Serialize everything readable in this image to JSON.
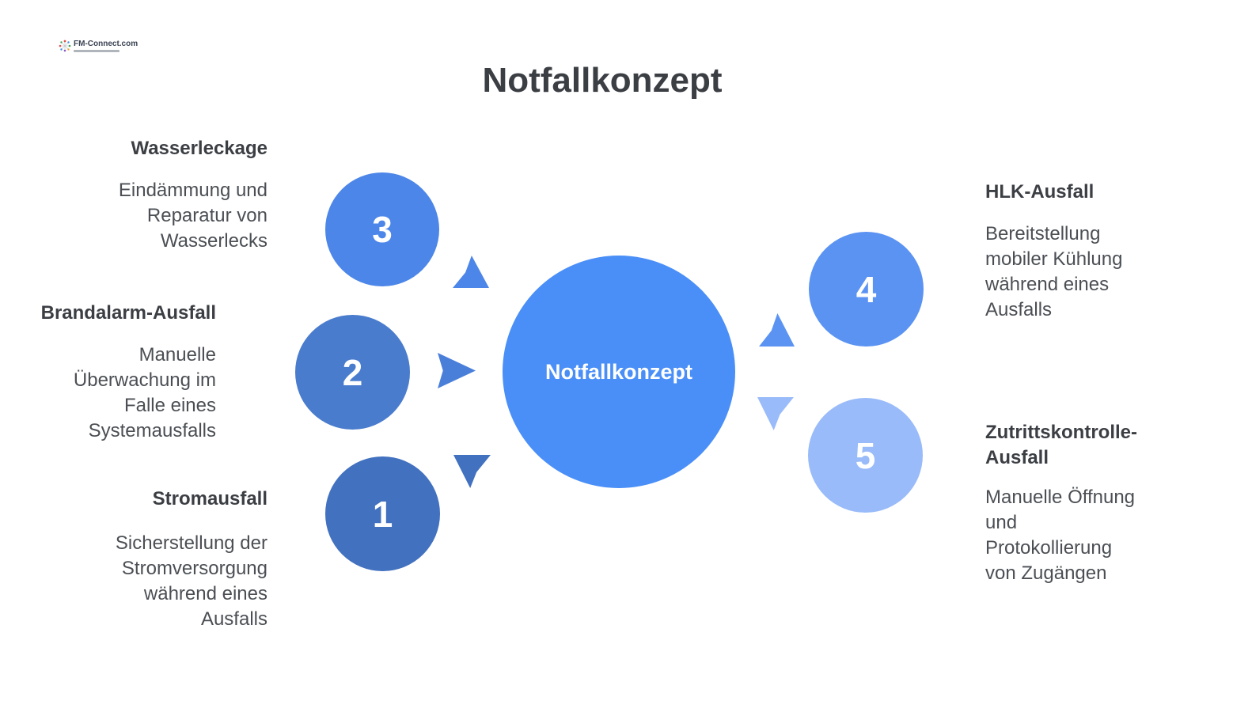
{
  "logo": {
    "text": "FM-Connect.com"
  },
  "title": "Notfallkonzept",
  "diagram": {
    "center": {
      "label": "Notfallkonzept",
      "color": "#4a8ff7"
    },
    "items": [
      {
        "number": "1",
        "heading": "Stromausfall",
        "body": "Sicherstellung der\nStromversorgung\nwährend eines\nAusfalls",
        "circle_color": "#4271bf",
        "arrow_direction": "down",
        "arrow_color": "#4271bf"
      },
      {
        "number": "2",
        "heading": "Brandalarm-Ausfall",
        "body": "Manuelle\nÜberwachung im\nFalle eines\nSystemausfalls",
        "circle_color": "#4a7ccd",
        "arrow_direction": "right",
        "arrow_color": "#4a7fd9"
      },
      {
        "number": "3",
        "heading": "Wasserleckage",
        "body": "Eindämmung und\nReparatur von\nWasserlecks",
        "circle_color": "#4c86e8",
        "arrow_direction": "up",
        "arrow_color": "#4c86e8"
      },
      {
        "number": "4",
        "heading": "HLK-Ausfall",
        "body": "Bereitstellung\nmobiler Kühlung\nwährend eines\nAusfalls",
        "circle_color": "#5b93f3",
        "arrow_direction": "up",
        "arrow_color": "#5b93f3"
      },
      {
        "number": "5",
        "heading": "Zutrittskontrolle-\nAusfall",
        "body": "Manuelle Öffnung\nund\nProtokollierung\nvon Zugängen",
        "circle_color": "#99bbf9",
        "arrow_direction": "down",
        "arrow_color": "#99bbf9"
      }
    ]
  }
}
